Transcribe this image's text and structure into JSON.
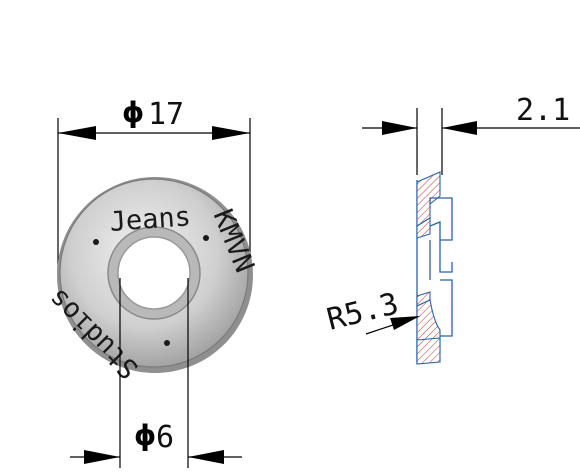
{
  "front_view": {
    "outer_diameter": {
      "symbol": "ϕ",
      "value": "17"
    },
    "inner_diameter": {
      "symbol": "ϕ",
      "value": "6"
    },
    "engraving": {
      "top_text": "Jeans",
      "right_text": "KMVN",
      "bottom_text": "Studios"
    }
  },
  "side_view": {
    "thickness": {
      "value": "2.1"
    },
    "radius": {
      "value": "R5.3"
    }
  },
  "colors": {
    "ring_light": "#e8e8e8",
    "ring_dark": "#8a8a8a",
    "profile_line": "#2a62a8",
    "dimension_line": "#000000"
  }
}
